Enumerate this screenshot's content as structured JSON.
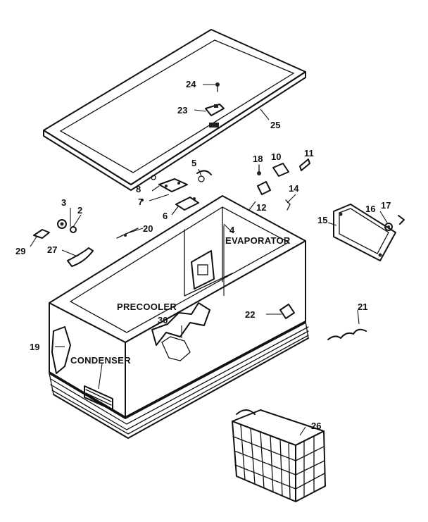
{
  "diagram": {
    "part_numbers": {
      "p2": "2",
      "p3": "3",
      "p4": "4",
      "p5": "5",
      "p6": "6",
      "p7": "7",
      "p8": "8",
      "p10": "10",
      "p11": "11",
      "p12": "12",
      "p14": "14",
      "p15": "15",
      "p16": "16",
      "p17": "17",
      "p18": "18",
      "p19": "19",
      "p20": "20",
      "p21": "21",
      "p22": "22",
      "p23": "23",
      "p24": "24",
      "p25": "25",
      "p26": "26",
      "p27": "27",
      "p29": "29",
      "p30": "30"
    },
    "labels": {
      "evaporator": "EVAPORATOR",
      "precooler": "PRECOOLER",
      "condenser": "CONDENSER"
    }
  }
}
